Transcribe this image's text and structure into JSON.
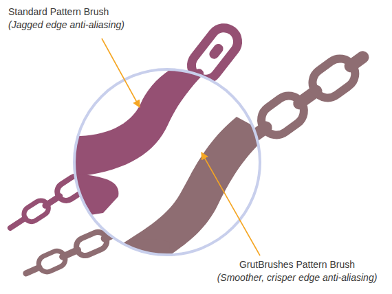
{
  "diagram": {
    "labels": [
      "Standard Pattern Brush",
      "(Jagged edge anti-aliasing)",
      "GrutBrushes Pattern Brush",
      "(Smoother, crisper edge anti-aliasing)"
    ]
  }
}
